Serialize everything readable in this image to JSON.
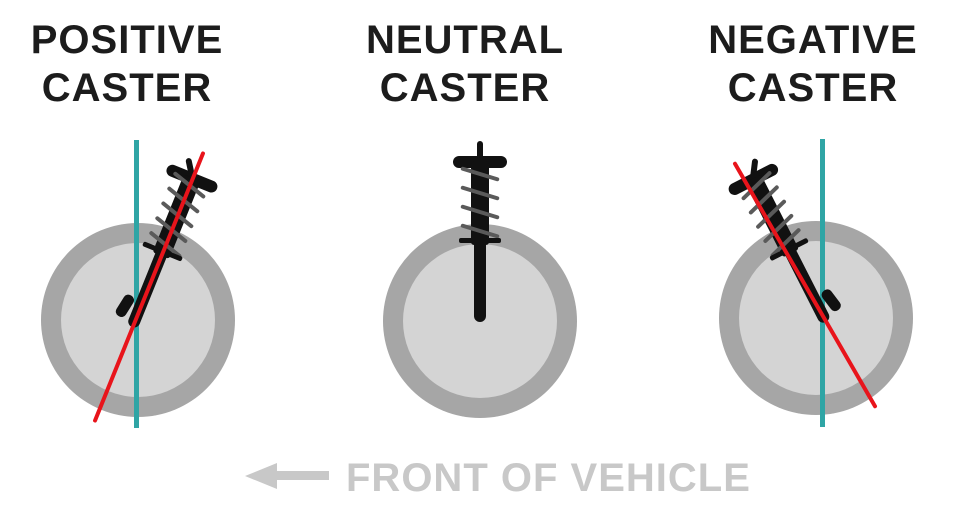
{
  "panels": [
    {
      "title_line1": "POSITIVE",
      "title_line2": "CASTER"
    },
    {
      "title_line1": "NEUTRAL",
      "title_line2": "CASTER"
    },
    {
      "title_line1": "NEGATIVE",
      "title_line2": "CASTER"
    }
  ],
  "footer": {
    "label": "FRONT OF VEHICLE",
    "arrow_icon": "left-arrow-icon",
    "arrow_direction": "left"
  },
  "icons": {
    "front_arrow": "left-arrow-icon"
  },
  "colors": {
    "title_text": "#1C1C1C",
    "footer_text": "#C8C8C8",
    "arrow": "#C8C8C8",
    "wheel_ring": "#A6A6A6",
    "wheel_hub": "#D4D4D4",
    "strut": "#111111",
    "spring_coil": "#5A5A5A",
    "vertical_reference_line": "#2FA5A5",
    "steering_axis_line": "#E8141B",
    "background": "#FFFFFF"
  }
}
